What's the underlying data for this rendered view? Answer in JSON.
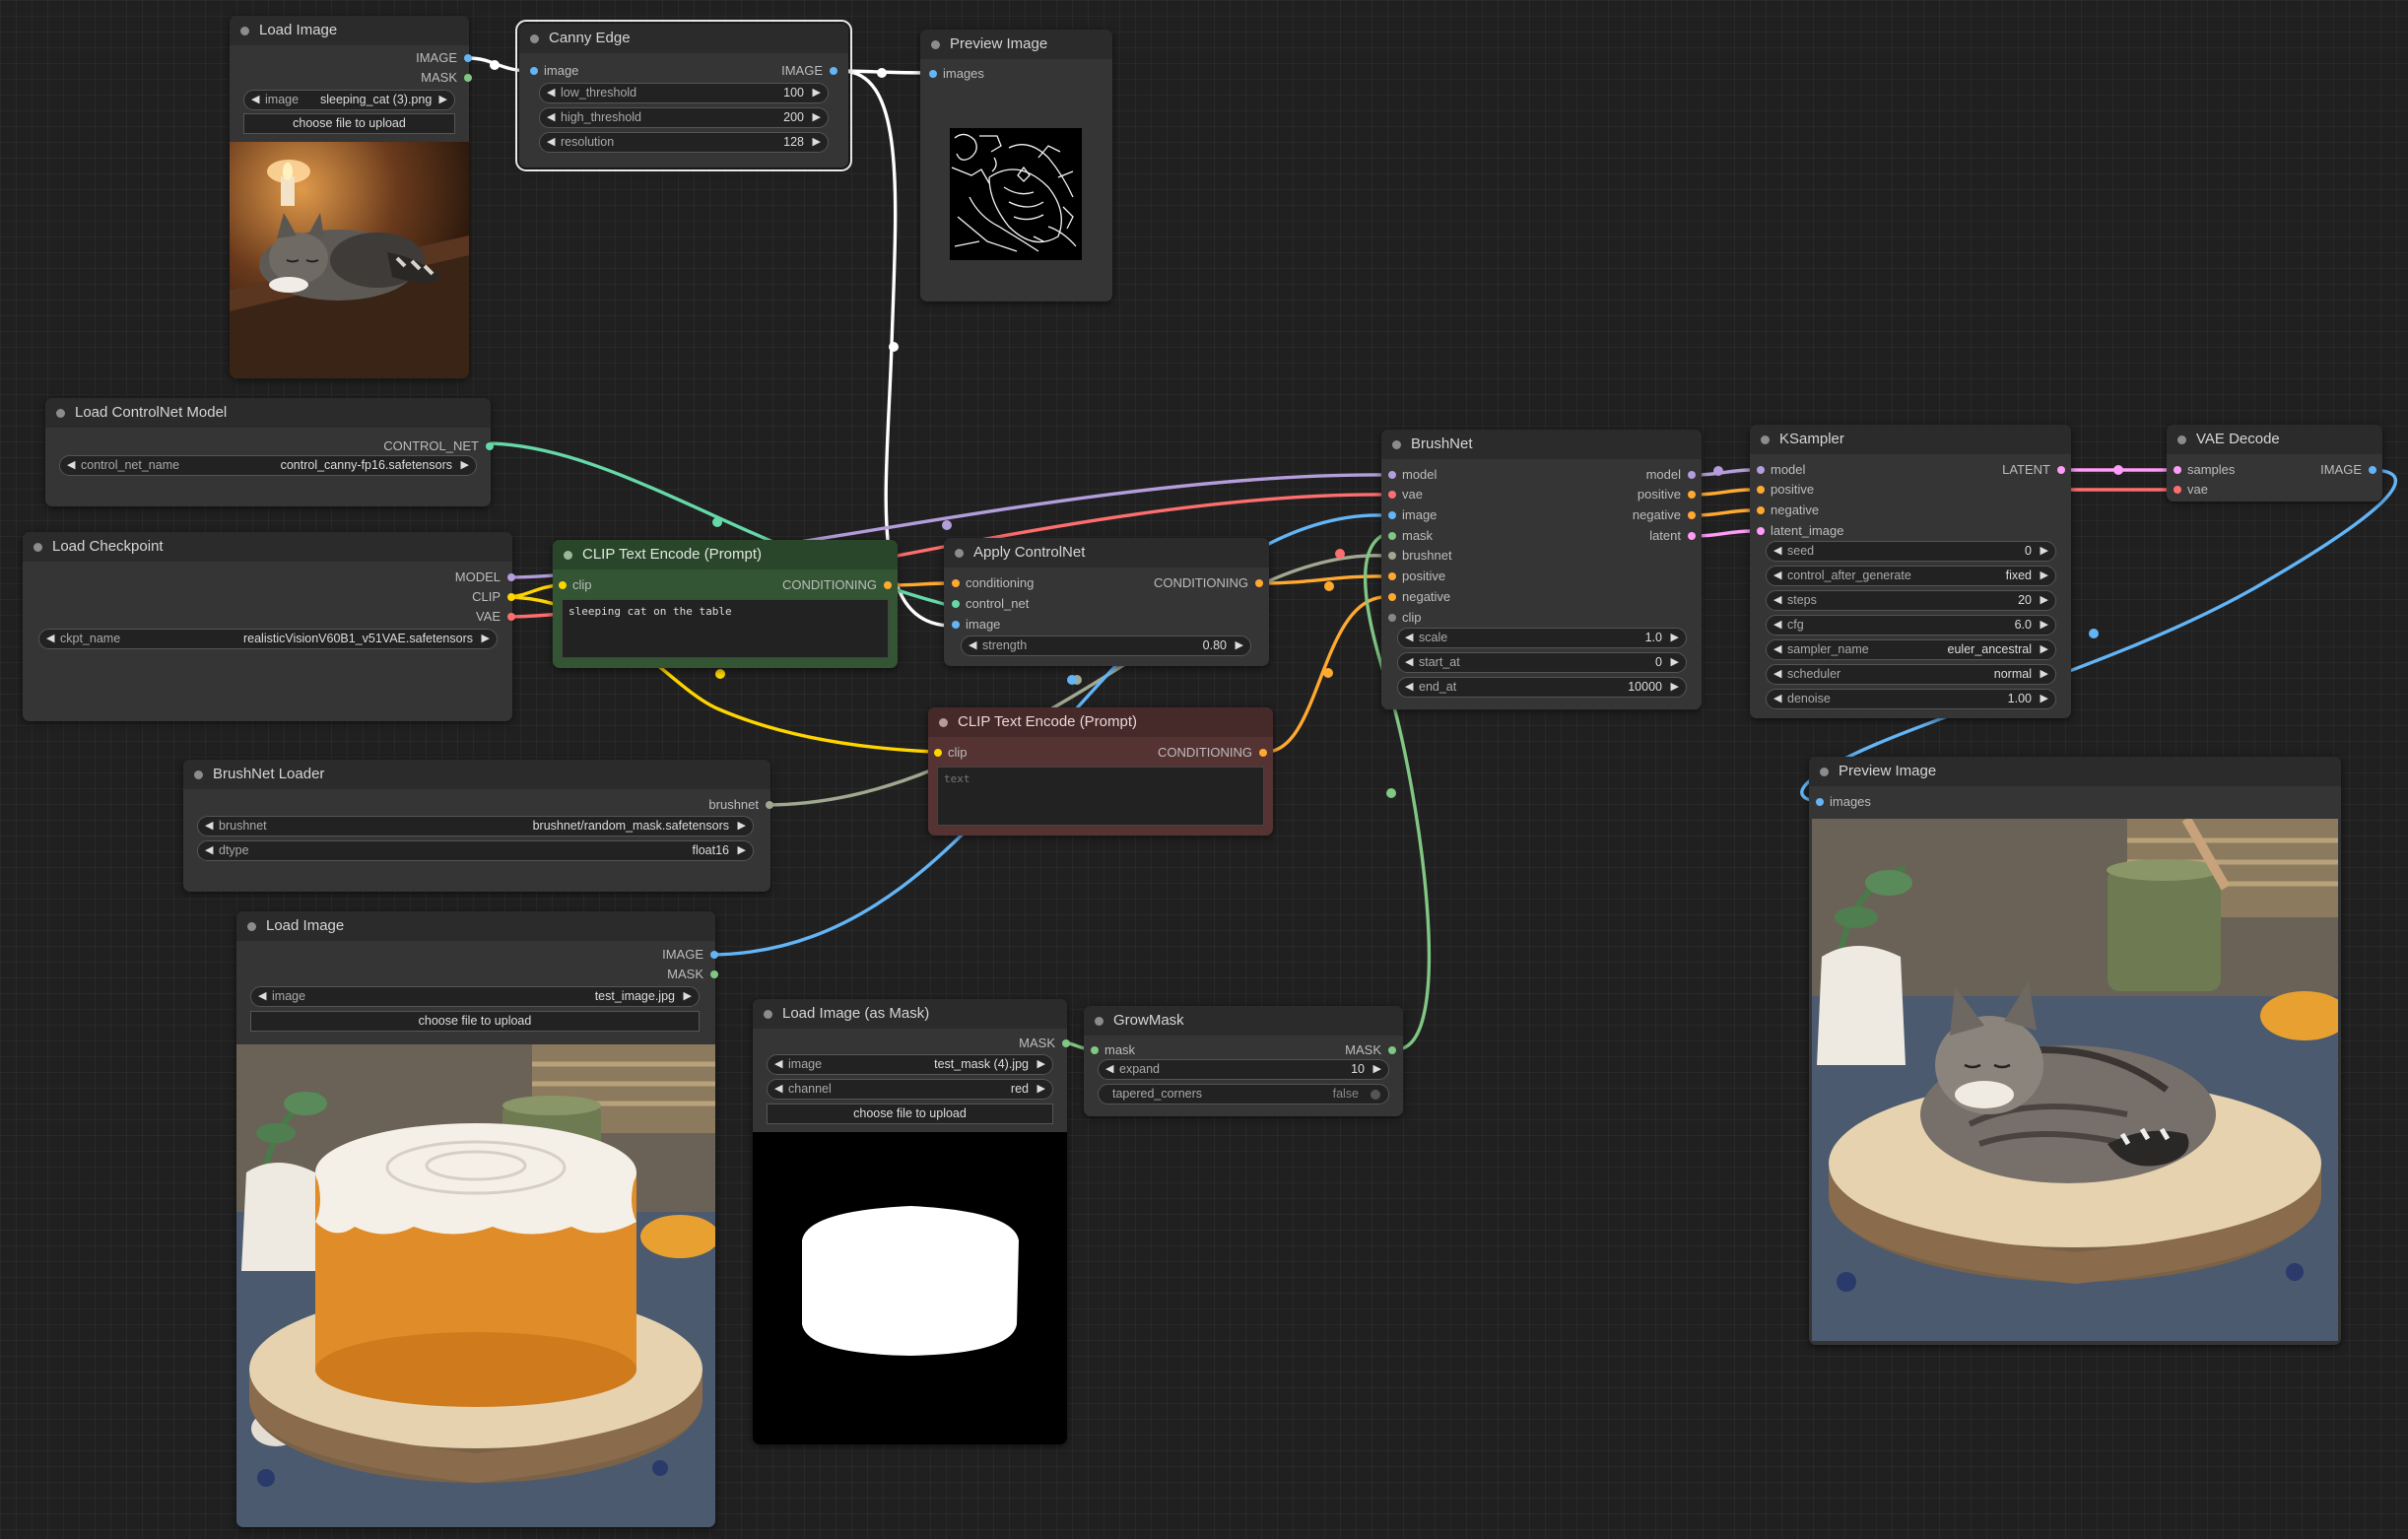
{
  "nodes": {
    "load_image_top": {
      "title": "Load Image",
      "outputs": [
        "IMAGE",
        "MASK"
      ],
      "image_widget": {
        "label": "image",
        "value": "sleeping_cat (3).png"
      },
      "upload_label": "choose file to upload",
      "preview_alt": "sleeping tabby cat on a wooden table"
    },
    "canny_edge": {
      "title": "Canny Edge",
      "input": "image",
      "output": "IMAGE",
      "widgets": [
        {
          "label": "low_threshold",
          "value": "100"
        },
        {
          "label": "high_threshold",
          "value": "200"
        },
        {
          "label": "resolution",
          "value": "128"
        }
      ]
    },
    "preview_top": {
      "title": "Preview Image",
      "input": "images"
    },
    "load_controlnet": {
      "title": "Load ControlNet Model",
      "output": "CONTROL_NET",
      "widget": {
        "label": "control_net_name",
        "value": "control_canny-fp16.safetensors"
      }
    },
    "load_checkpoint": {
      "title": "Load Checkpoint",
      "outputs": [
        "MODEL",
        "CLIP",
        "VAE"
      ],
      "widget": {
        "label": "ckpt_name",
        "value": "realisticVisionV60B1_v51VAE.safetensors"
      }
    },
    "clip_positive": {
      "title": "CLIP Text Encode (Prompt)",
      "input": "clip",
      "output": "CONDITIONING",
      "text": "sleeping cat on the table"
    },
    "apply_controlnet": {
      "title": "Apply ControlNet",
      "inputs": [
        "conditioning",
        "control_net",
        "image"
      ],
      "output": "CONDITIONING",
      "widget": {
        "label": "strength",
        "value": "0.80"
      }
    },
    "clip_negative": {
      "title": "CLIP Text Encode (Prompt)",
      "input": "clip",
      "output": "CONDITIONING",
      "placeholder": "text"
    },
    "brushnet_loader": {
      "title": "BrushNet Loader",
      "output": "brushnet",
      "widgets": [
        {
          "label": "brushnet",
          "value": "brushnet/random_mask.safetensors"
        },
        {
          "label": "dtype",
          "value": "float16"
        }
      ]
    },
    "load_image_bottom": {
      "title": "Load Image",
      "outputs": [
        "IMAGE",
        "MASK"
      ],
      "image_widget": {
        "label": "image",
        "value": "test_image.jpg"
      },
      "upload_label": "choose file to upload"
    },
    "load_mask": {
      "title": "Load Image (as Mask)",
      "output": "MASK",
      "widgets": [
        {
          "label": "image",
          "value": "test_mask (4).jpg"
        },
        {
          "label": "channel",
          "value": "red"
        }
      ],
      "upload_label": "choose file to upload"
    },
    "grow_mask": {
      "title": "GrowMask",
      "input": "mask",
      "output": "MASK",
      "widget": {
        "label": "expand",
        "value": "10"
      },
      "toggle": {
        "label": "tapered_corners",
        "value": "false"
      }
    },
    "brushnet": {
      "title": "BrushNet",
      "inputs": [
        "model",
        "vae",
        "image",
        "mask",
        "brushnet",
        "positive",
        "negative",
        "clip"
      ],
      "outputs": [
        "model",
        "positive",
        "negative",
        "latent"
      ],
      "widgets": [
        {
          "label": "scale",
          "value": "1.0"
        },
        {
          "label": "start_at",
          "value": "0"
        },
        {
          "label": "end_at",
          "value": "10000"
        }
      ]
    },
    "ksampler": {
      "title": "KSampler",
      "inputs": [
        "model",
        "positive",
        "negative",
        "latent_image"
      ],
      "output": "LATENT",
      "widgets": [
        {
          "label": "seed",
          "value": "0"
        },
        {
          "label": "control_after_generate",
          "value": "fixed"
        },
        {
          "label": "steps",
          "value": "20"
        },
        {
          "label": "cfg",
          "value": "6.0"
        },
        {
          "label": "sampler_name",
          "value": "euler_ancestral"
        },
        {
          "label": "scheduler",
          "value": "normal"
        },
        {
          "label": "denoise",
          "value": "1.00"
        }
      ]
    },
    "vae_decode": {
      "title": "VAE Decode",
      "inputs": [
        "samples",
        "vae"
      ],
      "output": "IMAGE"
    },
    "preview_result": {
      "title": "Preview Image",
      "input": "images"
    }
  },
  "colors": {
    "image": "#64b5f6",
    "mask": "#81c784",
    "model": "#b39ddb",
    "clip": "#ffd500",
    "vae": "#ff6e6e",
    "conditioning": "#ffa931",
    "control_net": "#66d9a8",
    "latent": "#ff9cf9",
    "brushnet": "#a0a890",
    "white_link": "#ffffff"
  }
}
